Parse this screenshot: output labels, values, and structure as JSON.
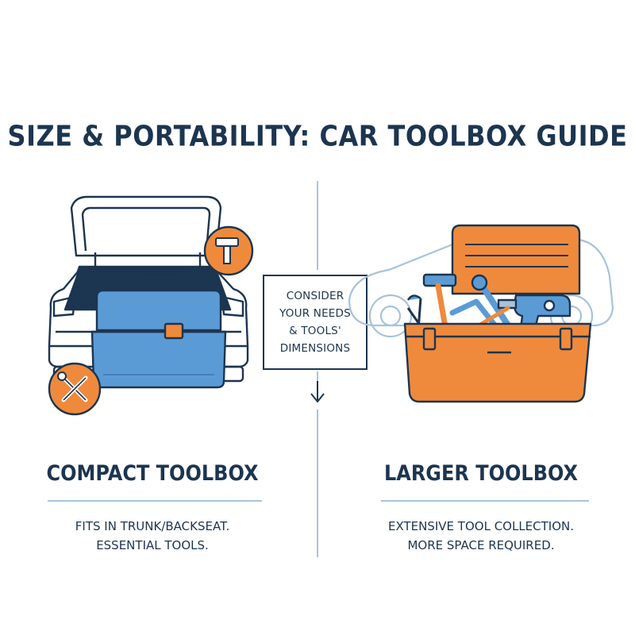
{
  "title": "SIZE & PORTABILITY: CAR TOOLBOX GUIDE",
  "center_note": {
    "lines": [
      "CONSIDER",
      "YOUR NEEDS",
      "& TOOLS'",
      "DIMENSIONS"
    ]
  },
  "left": {
    "heading": "COMPACT TOOLBOX",
    "desc_lines": [
      "FITS IN TRUNK/BACKSEAT.",
      "ESSENTIAL TOOLS."
    ],
    "icons": [
      "car-trunk-icon",
      "blue-toolbox-icon",
      "hammer-badge-icon",
      "wrench-screwdriver-badge-icon"
    ]
  },
  "right": {
    "heading": "LARGER TOOLBOX",
    "desc_lines": [
      "EXTENSIVE TOOL COLLECTION.",
      "MORE SPACE REQUIRED."
    ],
    "icons": [
      "car-outline-icon",
      "orange-toolbox-icon",
      "hammer-icon",
      "pliers-icon",
      "drill-icon",
      "wrench-icon"
    ]
  },
  "colors": {
    "navy": "#1c3550",
    "blue": "#5b9bd5",
    "orange": "#ef8a3c",
    "divider": "#a8c3da"
  }
}
